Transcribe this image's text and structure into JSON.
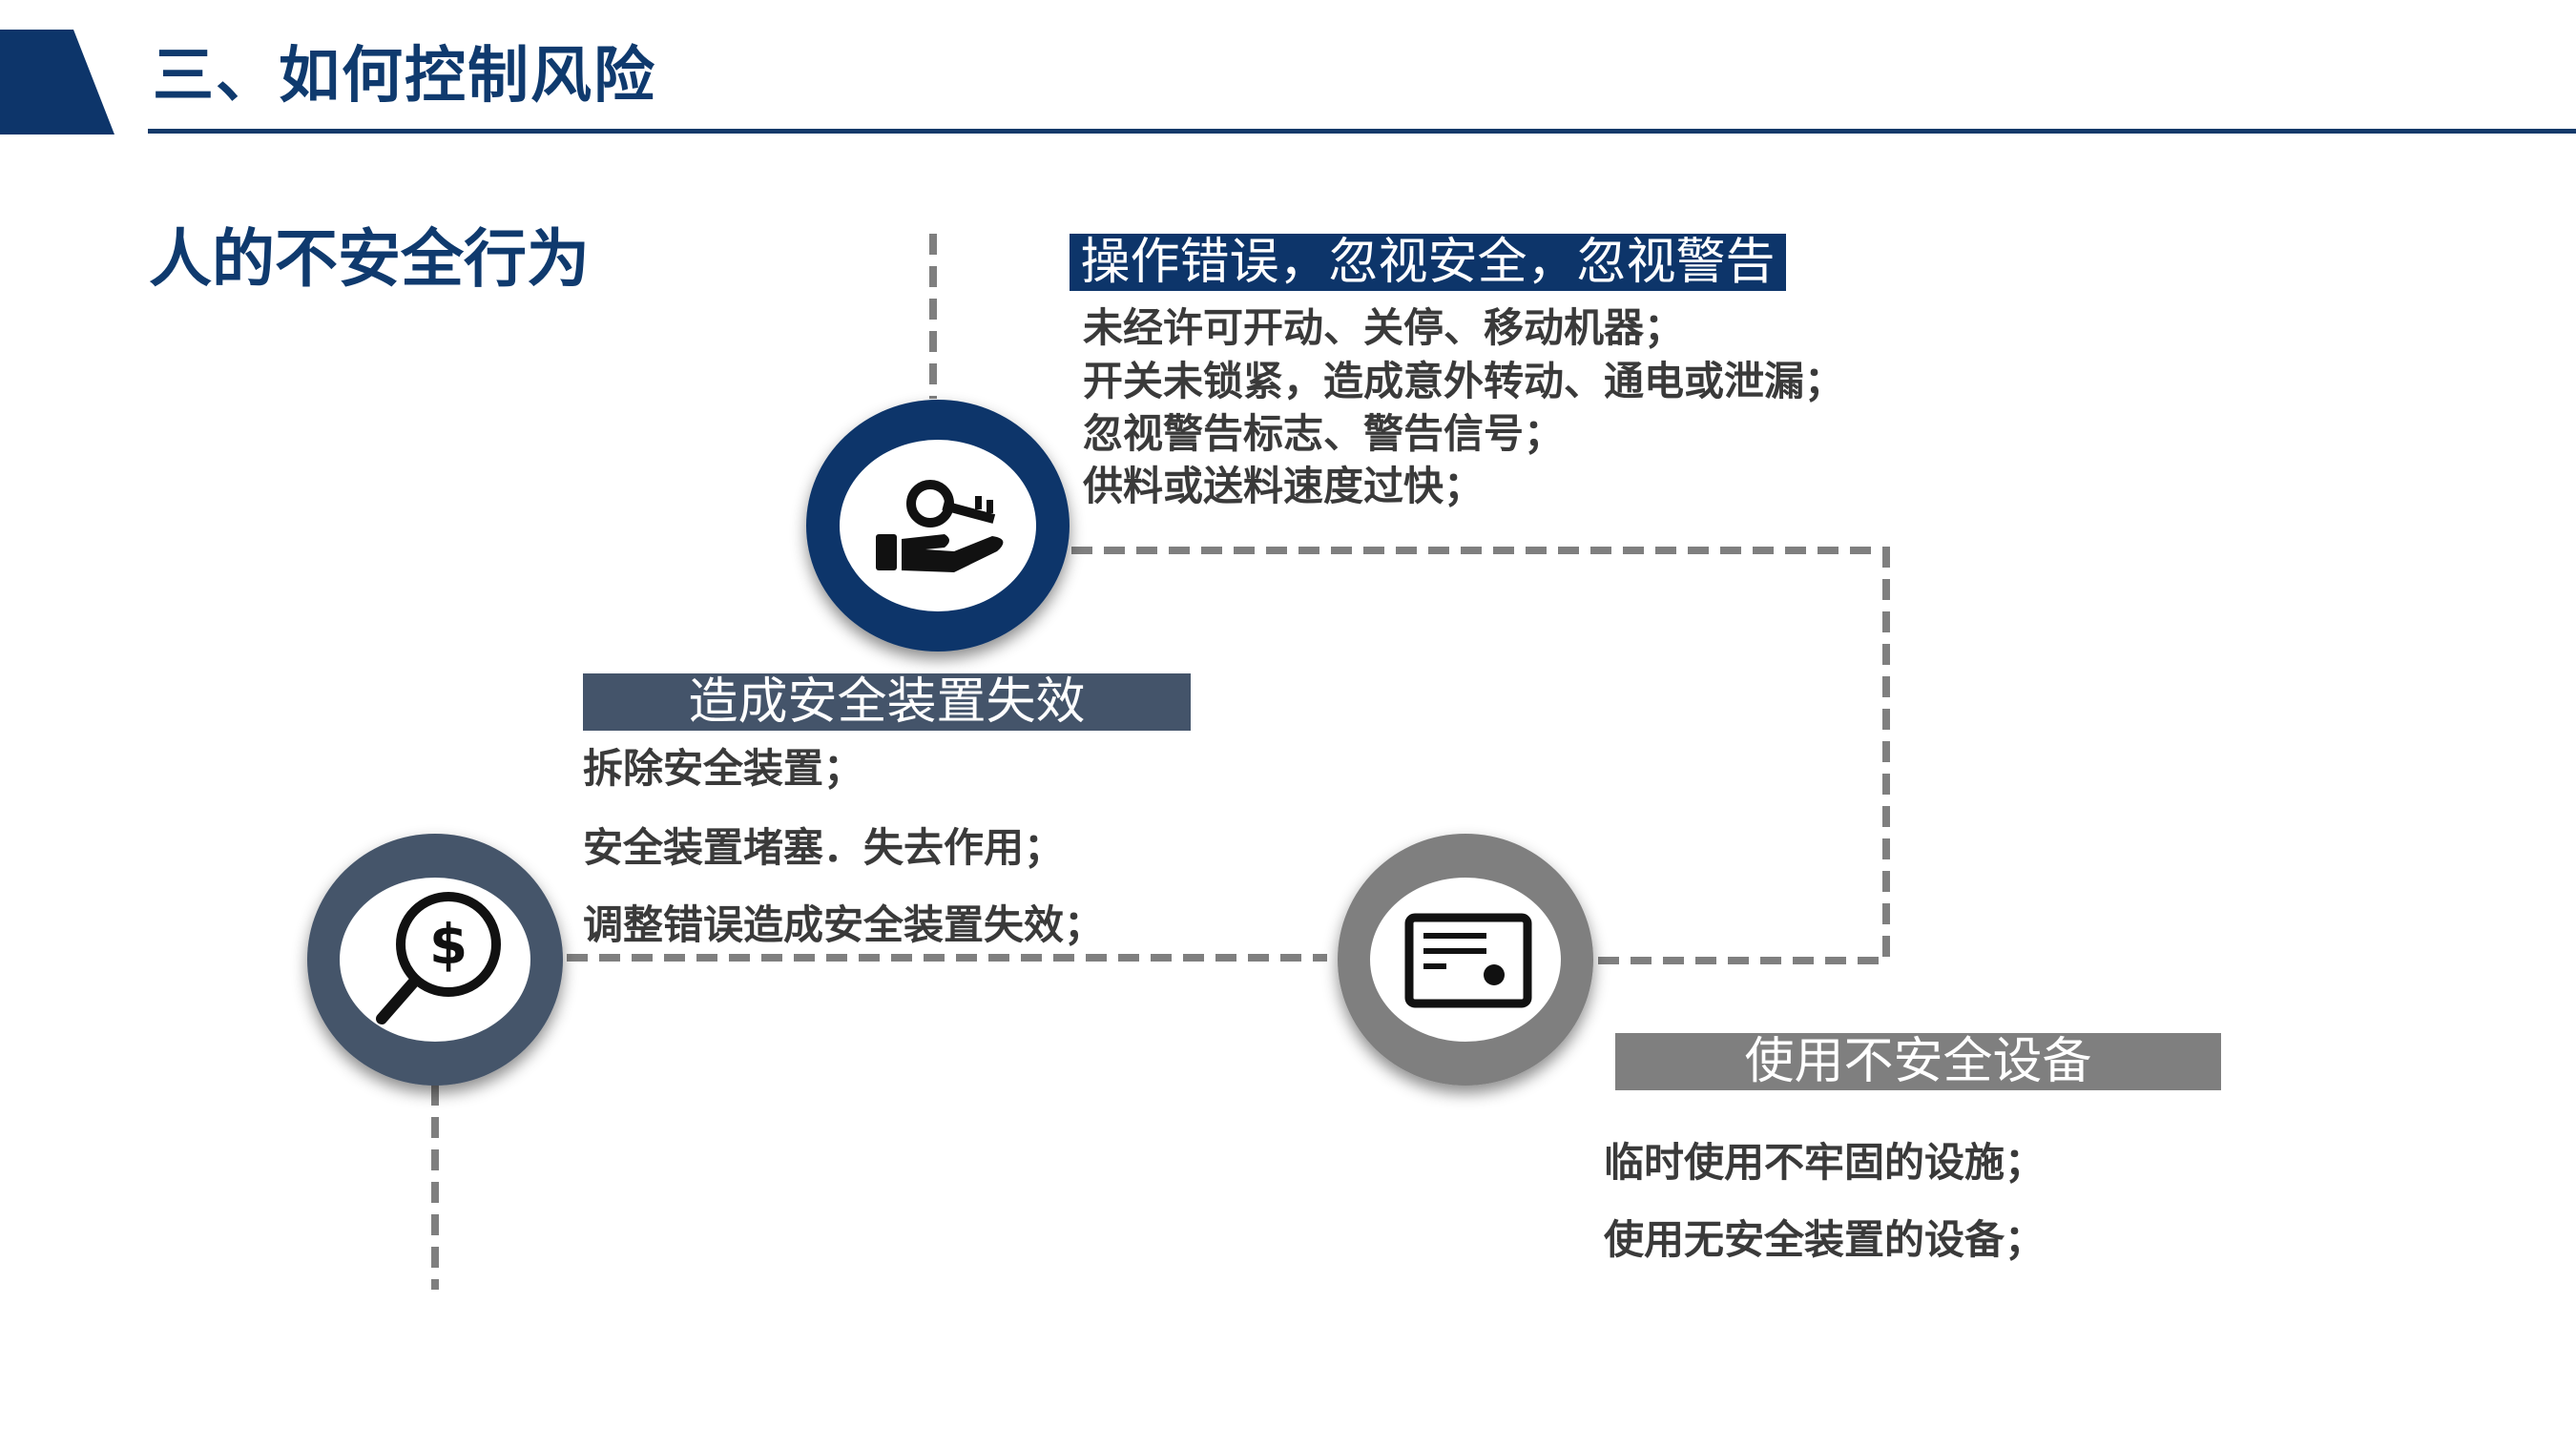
{
  "header": {
    "title": "三、如何控制风险"
  },
  "section": {
    "title": "人的不安全行为"
  },
  "colors": {
    "navy": "#0d356a",
    "slate": "#44546a",
    "gray": "#7f7f7f",
    "text": "#3a3a3a"
  },
  "groups": [
    {
      "label": "操作错误，忽视安全，忽视警告",
      "icon": "key-in-hand-icon",
      "items": [
        "未经许可开动、关停、移动机器；",
        "开关未锁紧，造成意外转动、通电或泄漏；",
        "忽视警告标志、警告信号；",
        "供料或送料速度过快；"
      ]
    },
    {
      "label": "造成安全装置失效",
      "icon": "magnifier-dollar-icon",
      "items": [
        "拆除安全装置；",
        "安全装置堵塞．失去作用；",
        "调整错误造成安全装置失效；"
      ]
    },
    {
      "label": "使用不安全设备",
      "icon": "certificate-icon",
      "items": [
        "临时使用不牢固的设施；",
        "使用无安全装置的设备；"
      ]
    }
  ]
}
